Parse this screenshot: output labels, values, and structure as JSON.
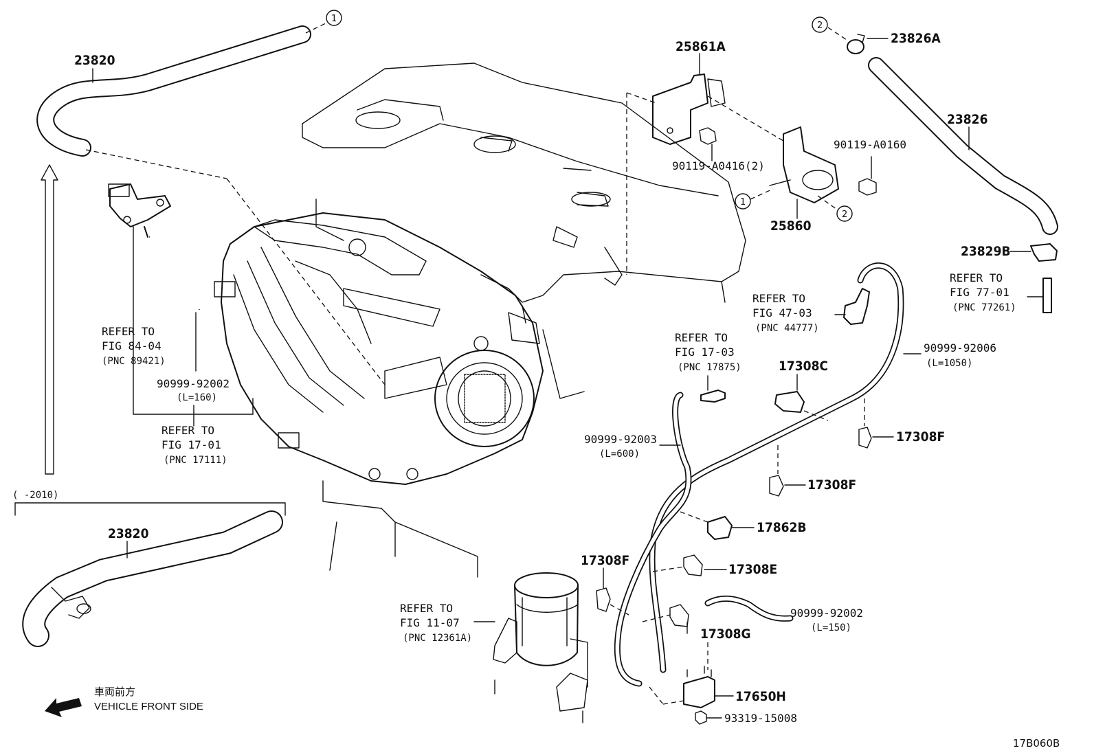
{
  "diagram_id": "17B060B",
  "front_side": {
    "jp": "車両前方",
    "en": "VEHICLE FRONT SIDE"
  },
  "year_bracket": "(      -2010)",
  "callouts": [
    "1",
    "2"
  ],
  "parts": {
    "hose_23820_top": "23820",
    "hose_23820_bottom": "23820",
    "bracket_25861A": "25861A",
    "clamp_23826A": "23826A",
    "hose_23826": "23826",
    "bolt_90119_A0416": "90119-A0416(2)",
    "bolt_90119_A0160": "90119-A0160",
    "valve_25860": "25860",
    "clamp_23829B": "23829B",
    "clamp_17308C": "17308C",
    "clamp_17308F_a": "17308F",
    "clamp_17308F_b": "17308F",
    "clamp_17308F_c": "17308F",
    "clamp_17862B": "17862B",
    "clamp_17308E": "17308E",
    "clamp_17308G": "17308G",
    "valve_17650H": "17650H",
    "bolt_93319": "93319-15008"
  },
  "hoses": {
    "h92002_a": {
      "pn": "90999-92002",
      "len": "(L=160)"
    },
    "h92006": {
      "pn": "90999-92006",
      "len": "(L=1050)"
    },
    "h92003": {
      "pn": "90999-92003",
      "len": "(L=600)"
    },
    "h92002_b": {
      "pn": "90999-92002",
      "len": "(L=150)"
    }
  },
  "refs": {
    "r84": {
      "l1": "REFER TO",
      "l2": "FIG 84-04",
      "l3": "(PNC 89421)"
    },
    "r17_01": {
      "l1": "REFER TO",
      "l2": "FIG 17-01",
      "l3": "(PNC 17111)"
    },
    "r47": {
      "l1": "REFER TO",
      "l2": "FIG 47-03",
      "l3": "(PNC 44777)"
    },
    "r17_03": {
      "l1": "REFER TO",
      "l2": "FIG 17-03",
      "l3": "(PNC 17875)"
    },
    "r77": {
      "l1": "REFER TO",
      "l2": "FIG 77-01",
      "l3": "(PNC 77261)"
    },
    "r11": {
      "l1": "REFER TO",
      "l2": "FIG 11-07",
      "l3": "(PNC 12361A)"
    }
  }
}
